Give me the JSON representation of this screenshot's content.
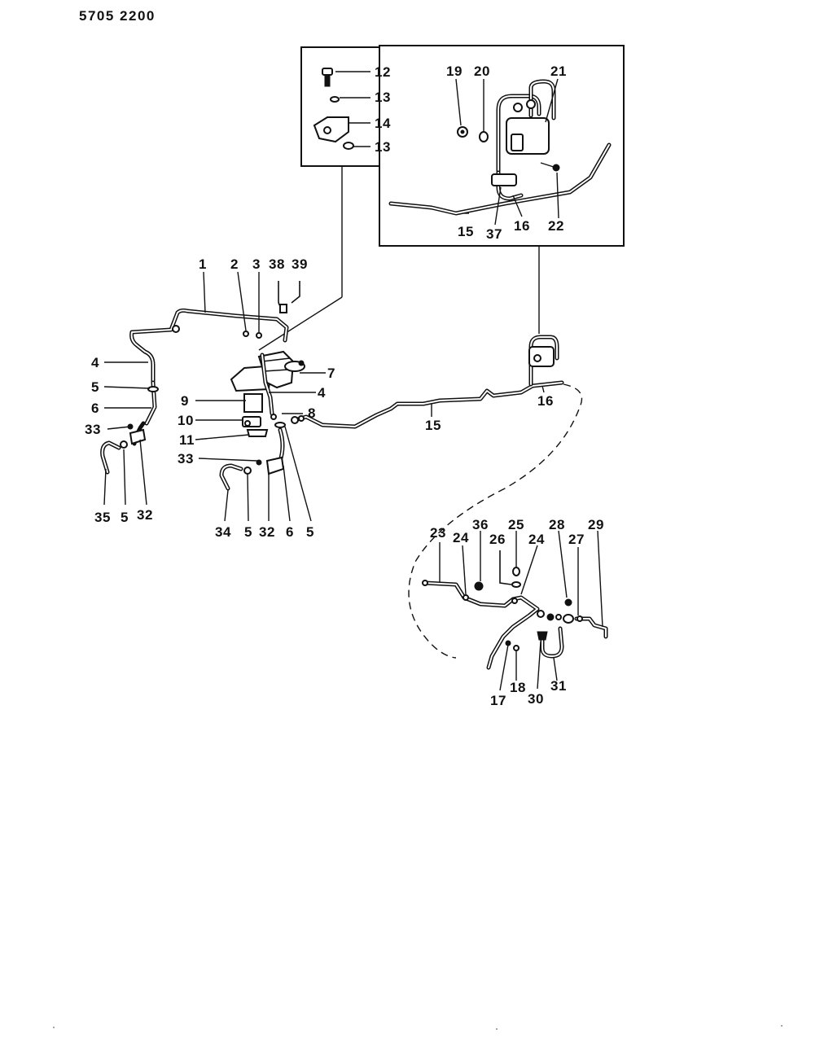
{
  "header": {
    "part_number": "5705  2200"
  },
  "callouts": {
    "c1": "1",
    "c2": "2",
    "c3": "3",
    "c38": "38",
    "c39": "39",
    "c4a": "4",
    "c5a": "5",
    "c6a": "6",
    "c33a": "33",
    "c35": "35",
    "c5b": "5",
    "c32a": "32",
    "c7": "7",
    "c4b": "4",
    "c9": "9",
    "c10": "10",
    "c8": "8",
    "c11": "11",
    "c33b": "33",
    "c34": "34",
    "c5c": "5",
    "c32b": "32",
    "c6b": "6",
    "c5d": "5",
    "c15a": "15",
    "c16a": "16",
    "c12": "12",
    "c13a": "13",
    "c14": "14",
    "c13b": "13",
    "c19": "19",
    "c20": "20",
    "c21": "21",
    "c15b": "15",
    "c37": "37",
    "c16b": "16",
    "c22": "22",
    "c23": "23",
    "c24a": "24",
    "c36": "36",
    "c25": "25",
    "c26": "26",
    "c24b": "24",
    "c28": "28",
    "c27": "27",
    "c29": "29",
    "c17": "17",
    "c18": "18",
    "c30": "30",
    "c31": "31"
  }
}
